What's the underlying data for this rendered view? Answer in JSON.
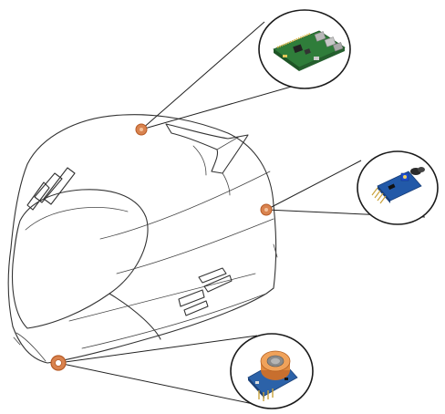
{
  "diagram": {
    "subject": "helmet",
    "colors": {
      "outline": "#333333",
      "marker": "#d9834f",
      "marker_ring": "#b65a25",
      "pcb_green": "#2f7d3a",
      "pcb_blue": "#2259a8",
      "sensor_orange": "#e0893e"
    },
    "callouts": [
      {
        "id": "controller-board",
        "icon": "raspberry-pi-board-icon"
      },
      {
        "id": "tilt-sensor",
        "icon": "blue-sensor-module-icon"
      },
      {
        "id": "gas-sensor",
        "icon": "gas-sensor-module-icon"
      }
    ]
  }
}
